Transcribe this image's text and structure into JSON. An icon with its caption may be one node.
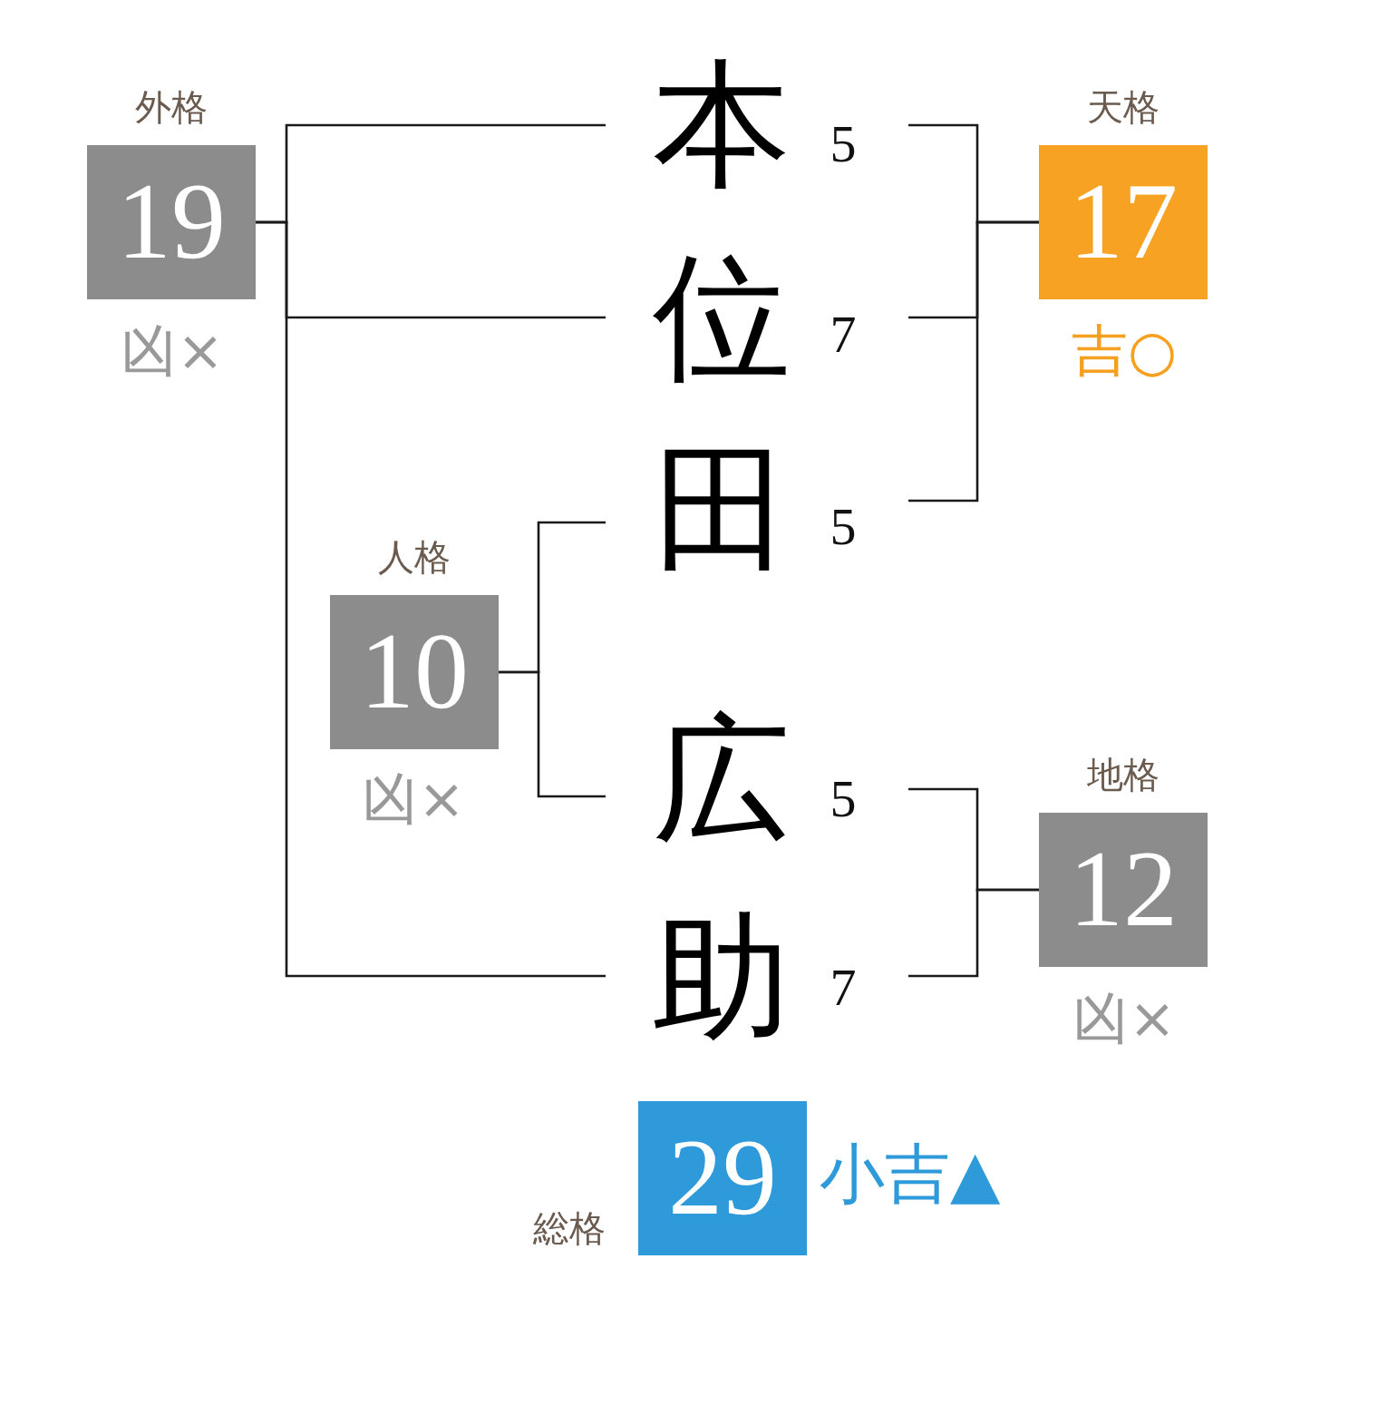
{
  "diagram": {
    "nodes": [
      {
        "text": [
          "外格",
          "19"
        ],
        "beside": [
          "凶×"
        ]
      },
      {
        "text": [
          "本"
        ],
        "beside": [
          "5"
        ]
      },
      {
        "text": [
          "天格",
          "17"
        ],
        "beside": [
          "吉○"
        ]
      },
      {
        "text": [
          "位"
        ],
        "beside": [
          "7"
        ]
      },
      {
        "text": [
          "田"
        ],
        "beside": [
          "5"
        ]
      },
      {
        "text": [
          "人格",
          "10"
        ],
        "beside": [
          "凶×"
        ]
      },
      {
        "text": [
          "広"
        ],
        "beside": [
          "5"
        ]
      },
      {
        "text": [
          "地格",
          "12"
        ],
        "beside": [
          "凶×"
        ]
      },
      {
        "text": [
          "助"
        ],
        "beside": [
          "7"
        ]
      },
      {
        "text": [
          "総格",
          "29"
        ],
        "beside": [
          "小吉▲"
        ]
      }
    ],
    "edges": [
      {
        "from": 1,
        "to": 0,
        "arrow": "none"
      },
      {
        "from": 3,
        "to": 0,
        "arrow": "none"
      },
      {
        "from": 8,
        "to": 0,
        "arrow": "none"
      },
      {
        "from": 1,
        "to": 2,
        "arrow": "none"
      },
      {
        "from": 3,
        "to": 2,
        "arrow": "none"
      },
      {
        "from": 4,
        "to": 2,
        "arrow": "none"
      },
      {
        "from": 4,
        "to": 5,
        "arrow": "none"
      },
      {
        "from": 6,
        "to": 5,
        "arrow": "none"
      },
      {
        "from": 6,
        "to": 7,
        "arrow": "none"
      },
      {
        "from": 8,
        "to": 7,
        "arrow": "none"
      }
    ]
  }
}
